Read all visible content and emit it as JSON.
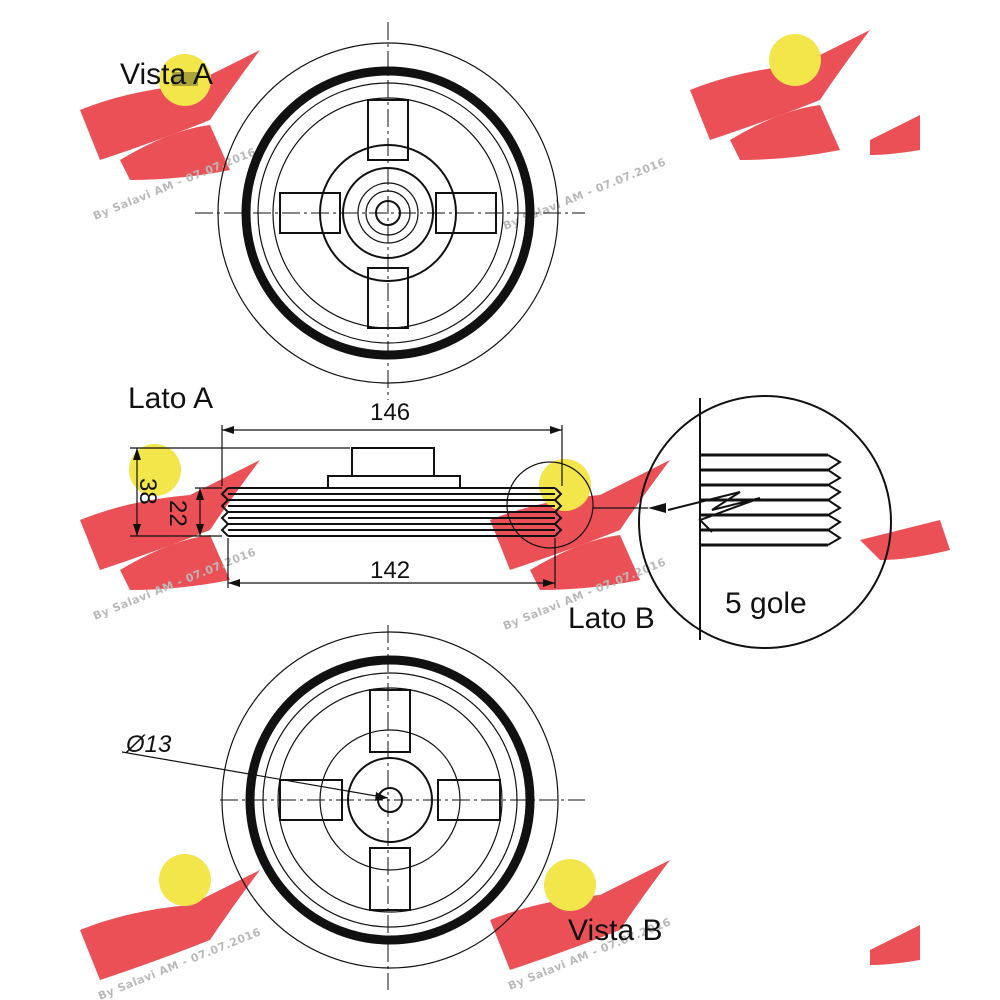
{
  "labels": {
    "view_a": "Vista A",
    "side_a": "Lato A",
    "side_b": "Lato B",
    "view_b": "Vista B",
    "grooves": "5 gole"
  },
  "dimensions": {
    "outer_width": "146",
    "pulley_width": "142",
    "total_height": "38",
    "groove_height": "22",
    "bore_diameter": "Ø13"
  },
  "watermark": {
    "text": "By Salavi AM - 07.07.2016",
    "logo_colors": {
      "wing": "#e8313a",
      "badge": "#f2e64a"
    }
  }
}
